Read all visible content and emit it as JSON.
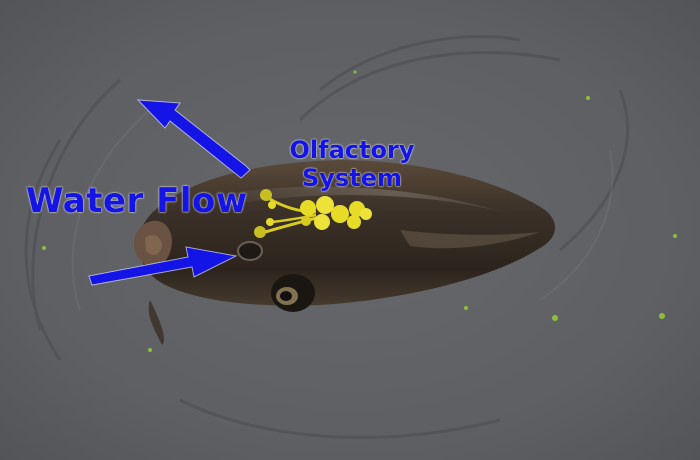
{
  "annotations": {
    "water_flow": "Water Flow",
    "olfactory_line1": "Olfactory",
    "olfactory_line2": "System"
  },
  "colors": {
    "label": "#1414e6",
    "arrow": "#1414e6",
    "water": "#5e6064",
    "fish_body": "#3a3128",
    "olfactory_bulb": "#e6dc28"
  },
  "icons": {
    "upper_arrow": "arrow-up-left-icon",
    "lower_arrow": "arrow-right-icon"
  }
}
